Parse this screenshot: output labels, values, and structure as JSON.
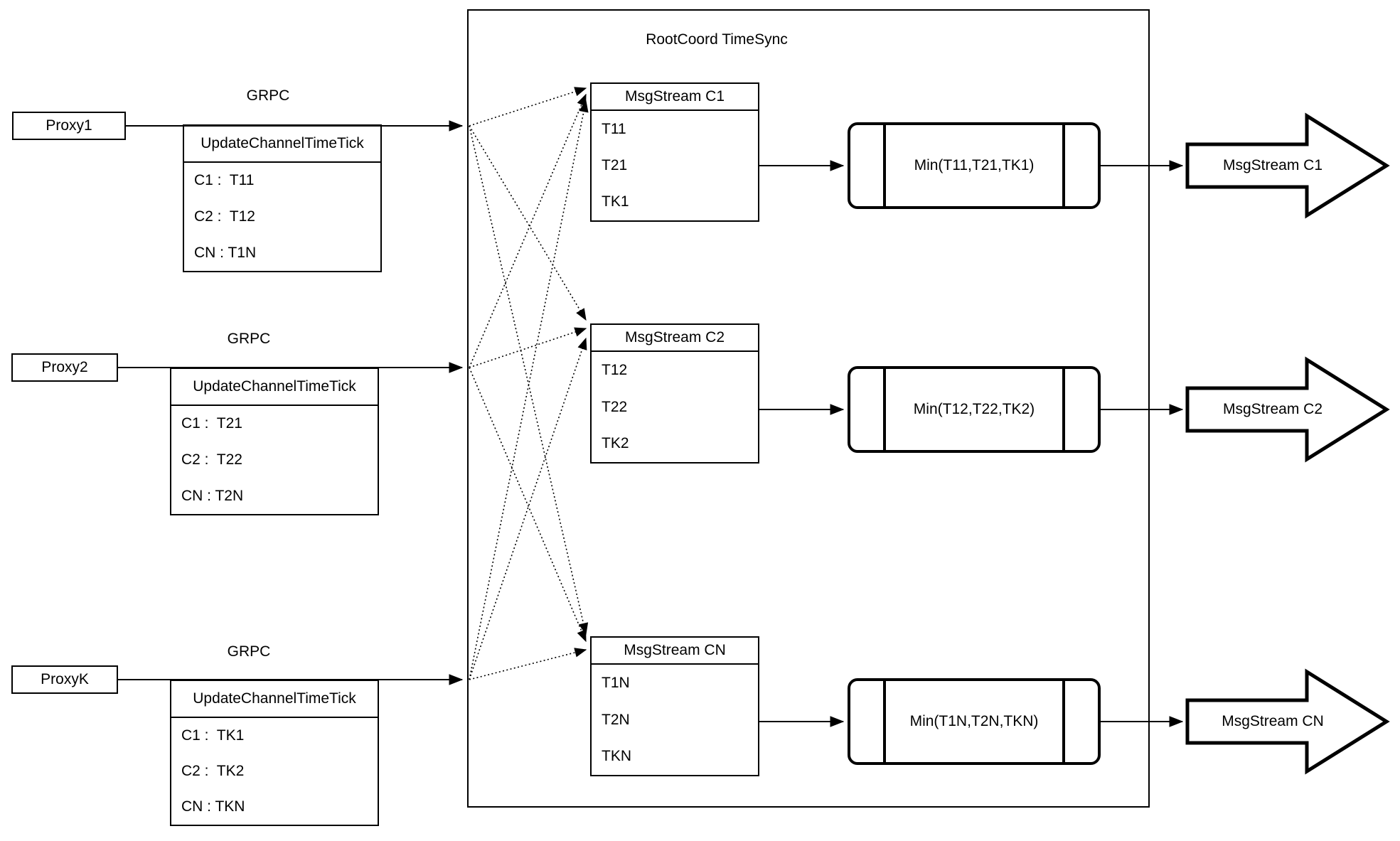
{
  "colors": {
    "stroke": "#000000",
    "background": "#ffffff"
  },
  "root": {
    "title": "RootCoord TimeSync"
  },
  "proxies": [
    {
      "name": "Proxy1",
      "protocol_label": "GRPC",
      "message": {
        "title": "UpdateChannelTimeTick",
        "entries": [
          "C1 :  T11",
          "C2 :  T12",
          "CN : T1N"
        ]
      }
    },
    {
      "name": "Proxy2",
      "protocol_label": "GRPC",
      "message": {
        "title": "UpdateChannelTimeTick",
        "entries": [
          "C1 :  T21",
          "C2 :  T22",
          "CN : T2N"
        ]
      }
    },
    {
      "name": "ProxyK",
      "protocol_label": "GRPC",
      "message": {
        "title": "UpdateChannelTimeTick",
        "entries": [
          "C1 :  TK1",
          "C2 :  TK2",
          "CN : TKN"
        ]
      }
    }
  ],
  "streams": [
    {
      "title": "MsgStream C1",
      "timestamps": [
        "T11",
        "T21",
        "TK1"
      ],
      "min_label": "Min(T11,T21,TK1)",
      "output_label": "MsgStream C1"
    },
    {
      "title": "MsgStream C2",
      "timestamps": [
        "T12",
        "T22",
        "TK2"
      ],
      "min_label": "Min(T12,T22,TK2)",
      "output_label": "MsgStream C2"
    },
    {
      "title": "MsgStream CN",
      "timestamps": [
        "T1N",
        "T2N",
        "TKN"
      ],
      "min_label": "Min(T1N,T2N,TKN)",
      "output_label": "MsgStream CN"
    }
  ]
}
